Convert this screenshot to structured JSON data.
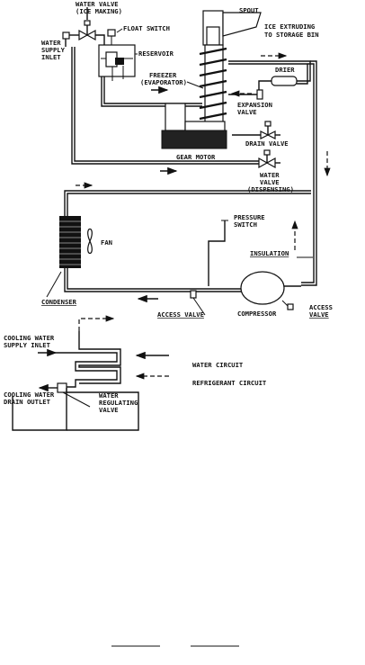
{
  "labels": {
    "water_valve_ice_making_1": "WATER VALVE",
    "water_valve_ice_making_2": "(ICE MAKING)",
    "water_supply_inlet_1": "WATER",
    "water_supply_inlet_2": "SUPPLY",
    "water_supply_inlet_3": "INLET",
    "float_switch": "FLOAT SWITCH",
    "reservoir": "RESERVOIR",
    "spout": "SPOUT",
    "ice_extruding_1": "ICE EXTRUDING",
    "ice_extruding_2": "TO STORAGE BIN",
    "freezer_1": "FREEZER",
    "freezer_2": "(EVAPORATOR)",
    "drier": "DRIER",
    "expansion_valve_1": "EXPANSION",
    "expansion_valve_2": "VALVE",
    "drain_valve": "DRAIN VALVE",
    "gear_motor": "GEAR MOTOR",
    "water_valve_dispensing_1": "WATER",
    "water_valve_dispensing_2": "VALVE",
    "water_valve_dispensing_3": "(DISPENSING)",
    "pressure_switch_1": "PRESSURE",
    "pressure_switch_2": "SWITCH",
    "fan": "FAN",
    "insulation": "INSULATION",
    "condenser": "CONDENSER",
    "access_valve_left": "ACCESS VALVE",
    "compressor": "COMPRESSOR",
    "access_valve_right_1": "ACCESS",
    "access_valve_right_2": "VALVE",
    "cooling_water_supply_1": "COOLING WATER",
    "cooling_water_supply_2": "SUPPLY INLET",
    "water_circuit": "WATER CIRCUIT",
    "refrigerant_circuit": "REFRIGERANT CIRCUIT",
    "cooling_water_drain_1": "COOLING WATER",
    "cooling_water_drain_2": "DRAIN OUTLET",
    "water_regulating_valve_1": "WATER",
    "water_regulating_valve_2": "REGULATING",
    "water_regulating_valve_3": "VALVE"
  }
}
